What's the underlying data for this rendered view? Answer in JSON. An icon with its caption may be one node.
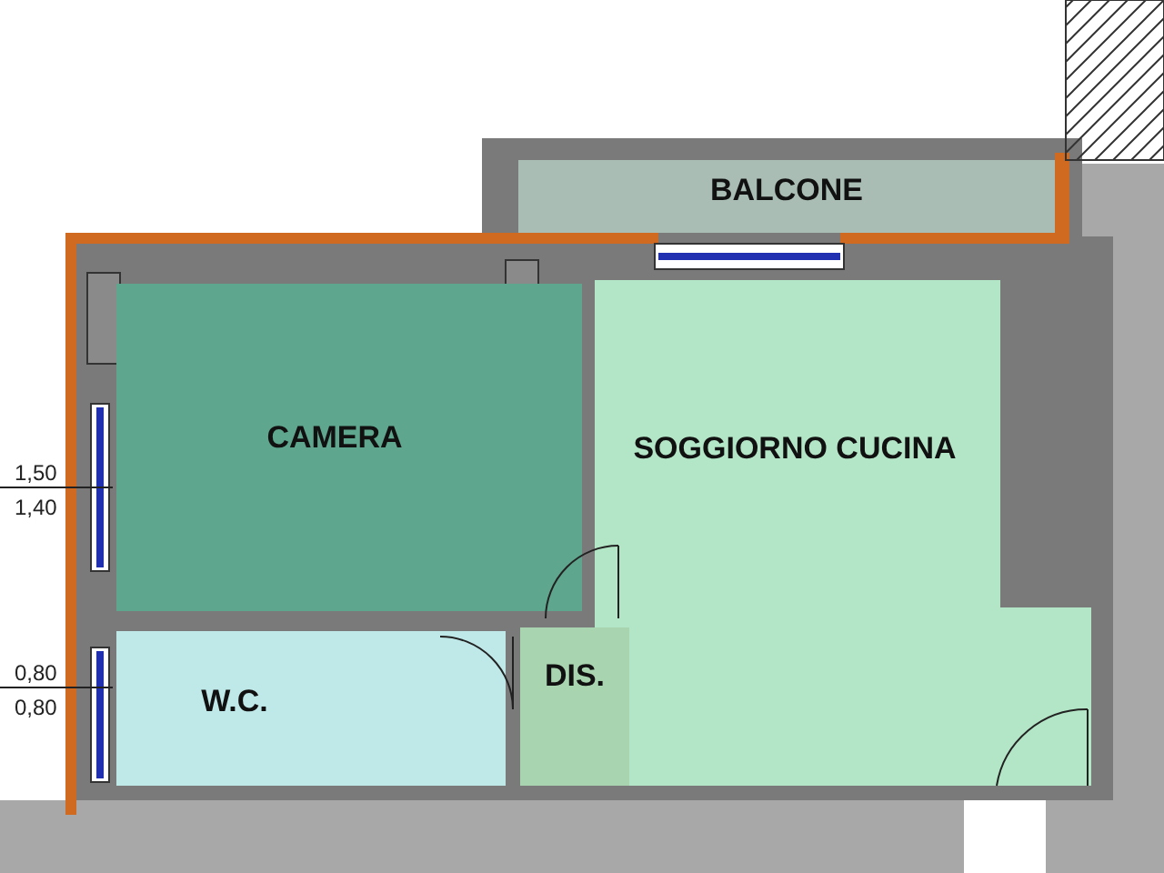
{
  "diagram": {
    "nodes": [
      {
        "text": [
          "BALCONE"
        ]
      },
      {
        "text": [
          "CAMERA"
        ]
      },
      {
        "text": [
          "SOGGIORNO CUCINA"
        ]
      },
      {
        "text": [
          "W.C."
        ]
      },
      {
        "text": [
          "DIS."
        ]
      }
    ],
    "labels": [
      "1,50",
      "1,40",
      "0,80",
      "0,80"
    ]
  }
}
